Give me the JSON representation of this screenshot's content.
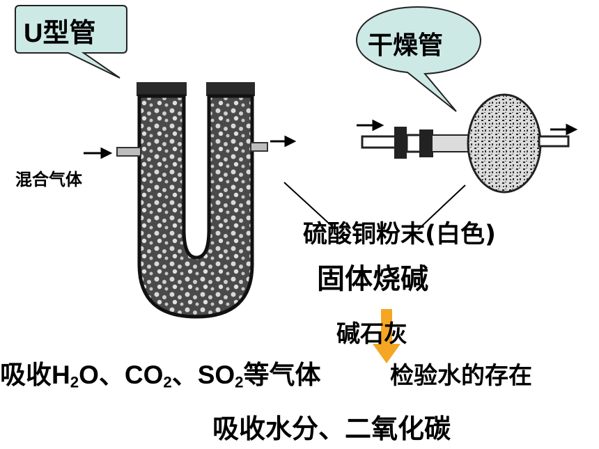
{
  "callouts": {
    "u_tube": "U型管",
    "drying_tube": "干燥管"
  },
  "labels": {
    "mixed_gas": "混合气体",
    "copper_sulfate": "硫酸铜粉末(白色)",
    "solid_caustic_soda": "固体烧碱",
    "soda_lime": "碱石灰",
    "absorb_prefix": "吸收H",
    "absorb_h2o_sub": "2",
    "absorb_o": "O、CO",
    "absorb_co2_sub": "2",
    "absorb_sep": "、SO",
    "absorb_so2_sub": "2",
    "absorb_suffix": "等气体",
    "test_water": "检验水的存在",
    "absorb_water_co2": "吸收水分、二氧化碳"
  },
  "colors": {
    "callout_fill": "#cde9e6",
    "arrow_orange": "#f5a623"
  }
}
